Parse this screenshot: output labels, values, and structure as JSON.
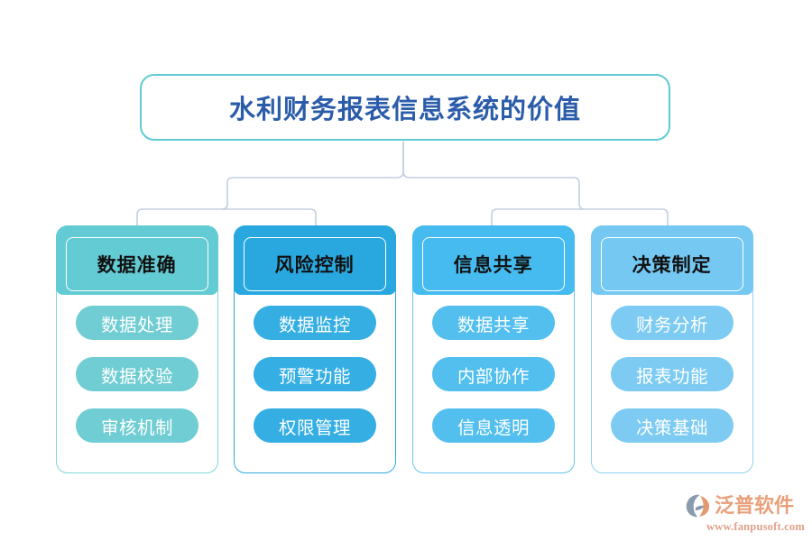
{
  "title": {
    "text": "水利财务报表信息系统的价值",
    "border_color": "#5ECBD2",
    "text_color": "#2B5CAA"
  },
  "connector_color": "#C3CFE2",
  "columns": [
    {
      "header": "数据准确",
      "accent": "#63CBD3",
      "pill_color": "#6FCDD3",
      "border_color": "#7FD6DC",
      "items": [
        "数据处理",
        "数据校验",
        "审核机制"
      ]
    },
    {
      "header": "风险控制",
      "accent": "#29A8E0",
      "pill_color": "#34AEE3",
      "border_color": "#34A9E0",
      "items": [
        "数据监控",
        "预警功能",
        "权限管理"
      ]
    },
    {
      "header": "信息共享",
      "accent": "#45BBEF",
      "pill_color": "#52BFEF",
      "border_color": "#6CC6EE",
      "items": [
        "数据共享",
        "内部协作",
        "信息透明"
      ]
    },
    {
      "header": "决策制定",
      "accent": "#74C8F2",
      "pill_color": "#7DCBF2",
      "border_color": "#8FD3F4",
      "items": [
        "财务分析",
        "报表功能",
        "决策基础"
      ]
    }
  ],
  "watermark": {
    "name": "泛普软件",
    "url": "www.fanpusoft.com",
    "name_color": "#E8A07A",
    "mark_color_blue": "#8A9BB0",
    "mark_color_orange": "#E4996E"
  }
}
